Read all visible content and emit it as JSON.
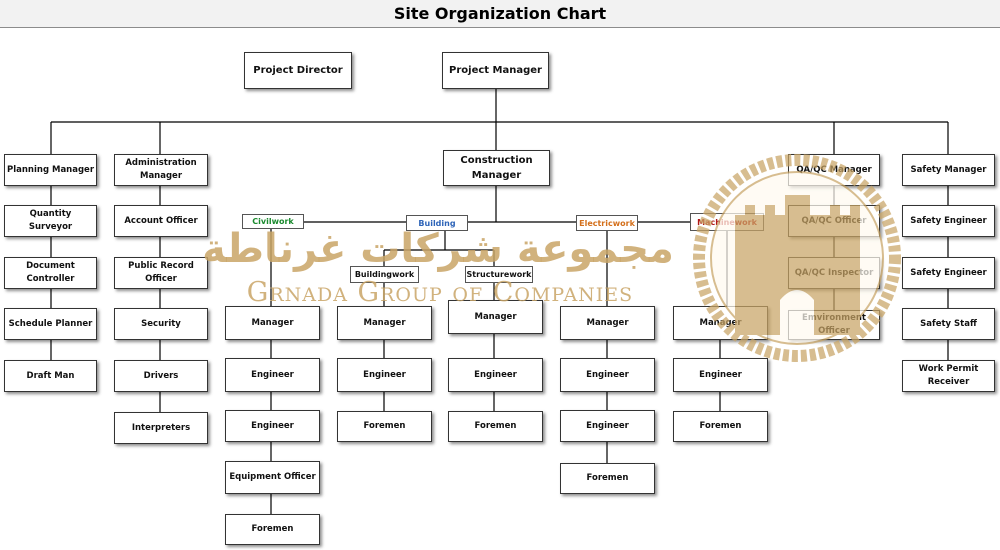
{
  "title": "Site Organization Chart",
  "colors": {
    "civil": "#1a8a2e",
    "building": "#2e64b8",
    "electric": "#d4701c",
    "machine": "#b01818",
    "gold": "#c9a566"
  },
  "top": {
    "director": "Project Director",
    "manager": "Project Manager",
    "construction": "Construction Manager"
  },
  "planning": [
    "Planning Manager",
    "Quantity Surveyor",
    "Document Controller",
    "Schedule Planner",
    "Draft Man"
  ],
  "administration": [
    "Administration Manager",
    "Account Officer",
    "Public Record Officer",
    "Security",
    "Drivers",
    "Interpreters"
  ],
  "qaqc": [
    "QA/QC Manager",
    "QA/QC Officer",
    "QA/QC Inspector",
    "Emvironment Officer"
  ],
  "safety": [
    "Safety Manager",
    "Safety Engineer",
    "Safety Engineer",
    "Safety Staff",
    "Work Permit Receiver"
  ],
  "labels": {
    "civil": "Civilwork",
    "building": "Building",
    "electric": "Electricwork",
    "machine": "Machinework",
    "buildingwork": "Buildingwork",
    "structure": "Structurework"
  },
  "civil": [
    "Manager",
    "Engineer",
    "Engineer",
    "Equipment Officer",
    "Foremen"
  ],
  "buildingwork": [
    "Manager",
    "Engineer",
    "Foremen"
  ],
  "structure": [
    "Manager",
    "Engineer",
    "Foremen"
  ],
  "electric": [
    "Manager",
    "Engineer",
    "Engineer",
    "Foremen"
  ],
  "machine": [
    "Manager",
    "Engineer",
    "Foremen"
  ],
  "watermark": {
    "arabic": "مجموعة شركات غرناطة",
    "english": "Grnada Group of Companies"
  }
}
